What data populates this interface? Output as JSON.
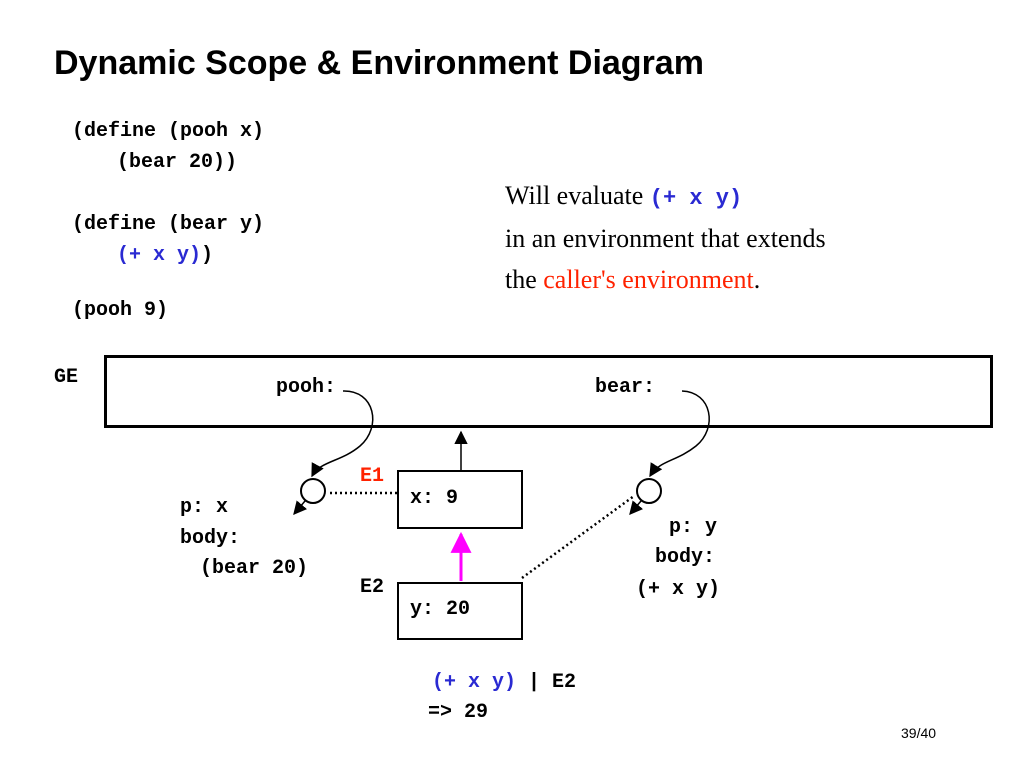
{
  "title": "Dynamic Scope & Environment Diagram",
  "code": {
    "line1": "(define (pooh x)",
    "line2": "(bear 20))",
    "line3": "(define (bear y)",
    "line4_expr": "(+ x y)",
    "line4_close": ")",
    "line5": "(pooh 9)"
  },
  "explanation": {
    "line1_text": "Will evaluate ",
    "line1_code": "(+ x y)",
    "line2": "in an environment that extends",
    "line3_prefix": "the ",
    "line3_highlight": "caller's environment",
    "line3_suffix": "."
  },
  "global_env": {
    "label": "GE",
    "binding_pooh": "pooh:",
    "binding_bear": "bear:"
  },
  "pooh_procedure": {
    "params": "p: x",
    "body_label": "body:",
    "body": "(bear 20)"
  },
  "bear_procedure": {
    "params": "p: y",
    "body_label": "body:",
    "body": "(+ x y)"
  },
  "frame_e1": {
    "label": "E1",
    "binding": "x: 9"
  },
  "frame_e2": {
    "label": "E2",
    "binding": "y: 20"
  },
  "evaluation": {
    "expr": "(+ x y)",
    "env": " | E2",
    "result": "=> 29"
  },
  "page_number": "39/40",
  "colors": {
    "code_highlight": "#2a2ad2",
    "caller_highlight": "#ff2200",
    "e1_label": "#ff2200",
    "e2_parent_arrow": "#ff00ff"
  }
}
